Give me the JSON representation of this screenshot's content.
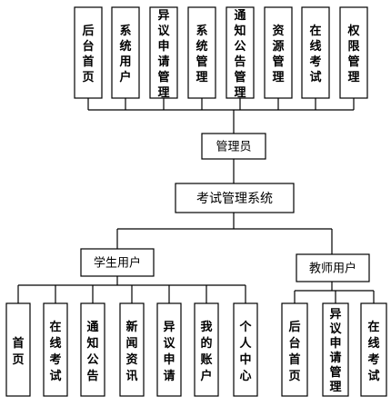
{
  "diagram": {
    "admin_modules": [
      {
        "id": "a1",
        "label": "后台首页"
      },
      {
        "id": "a2",
        "label": "系统用户"
      },
      {
        "id": "a3",
        "label": "异议申请管理"
      },
      {
        "id": "a4",
        "label": "系统管理"
      },
      {
        "id": "a5",
        "label": "通知公告管理"
      },
      {
        "id": "a6",
        "label": "资源管理"
      },
      {
        "id": "a7",
        "label": "在线考试"
      },
      {
        "id": "a8",
        "label": "权限管理"
      }
    ],
    "admin": {
      "id": "admin",
      "label": "管理员"
    },
    "root": {
      "id": "root",
      "label": "考试管理系统"
    },
    "student": {
      "id": "student",
      "label": "学生用户"
    },
    "teacher": {
      "id": "teacher",
      "label": "教师用户"
    },
    "student_modules": [
      {
        "id": "s1",
        "label": "首页"
      },
      {
        "id": "s2",
        "label": "在线考试"
      },
      {
        "id": "s3",
        "label": "通知公告"
      },
      {
        "id": "s4",
        "label": "新闻资讯"
      },
      {
        "id": "s5",
        "label": "异议申请"
      },
      {
        "id": "s6",
        "label": "我的账户"
      },
      {
        "id": "s7",
        "label": "个人中心"
      }
    ],
    "teacher_modules": [
      {
        "id": "t1",
        "label": "后台首页"
      },
      {
        "id": "t2",
        "label": "异议申请管理"
      },
      {
        "id": "t3",
        "label": "在线考试"
      }
    ]
  }
}
